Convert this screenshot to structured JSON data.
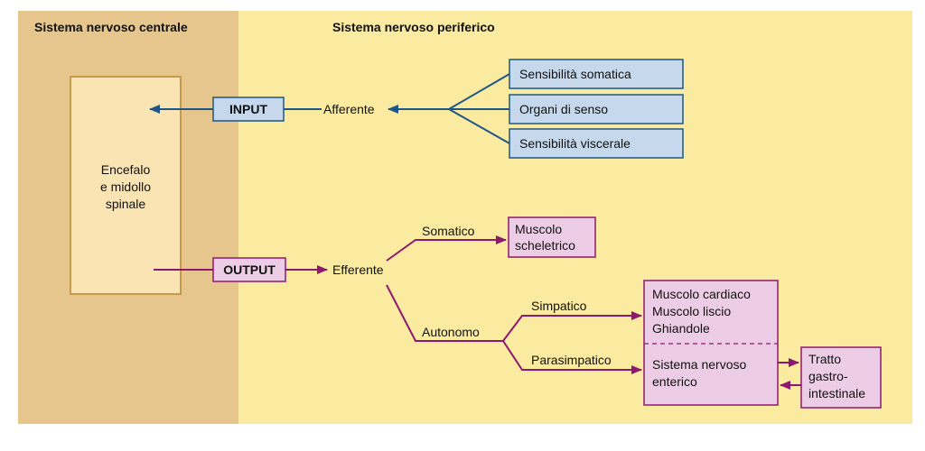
{
  "headers": {
    "central": "Sistema nervoso centrale",
    "peripheral": "Sistema nervoso periferico"
  },
  "cns_box": {
    "line1": "Encefalo",
    "line2": "e midollo",
    "line3": "spinale"
  },
  "input": {
    "label": "INPUT",
    "afferent": "Afferente",
    "sources": [
      "Sensibilità somatica",
      "Organi di senso",
      "Sensibilità viscerale"
    ]
  },
  "output": {
    "label": "OUTPUT",
    "efferent": "Efferente",
    "somatic": "Somatico",
    "skeletal_muscle": [
      "Muscolo",
      "scheletrico"
    ],
    "autonomic": "Autonomo",
    "sympathetic": "Simpatico",
    "parasympathetic": "Parasimpatico",
    "targets": [
      "Muscolo cardiaco",
      "Muscolo liscio",
      "Ghiandole"
    ],
    "enteric": [
      "Sistema nervoso",
      "enterico"
    ],
    "gi_tract": [
      "Tratto",
      "gastro-",
      "intestinale"
    ]
  },
  "colors": {
    "cns_bg": "#e6c68c",
    "pns_bg": "#faeba0",
    "cns_box": "#fbe4b3",
    "cns_box_border": "#c59a4a",
    "input_fill": "#c5d8ec",
    "input_stroke": "#1e5686",
    "output_fill": "#edcde6",
    "output_stroke": "#8c1870"
  }
}
